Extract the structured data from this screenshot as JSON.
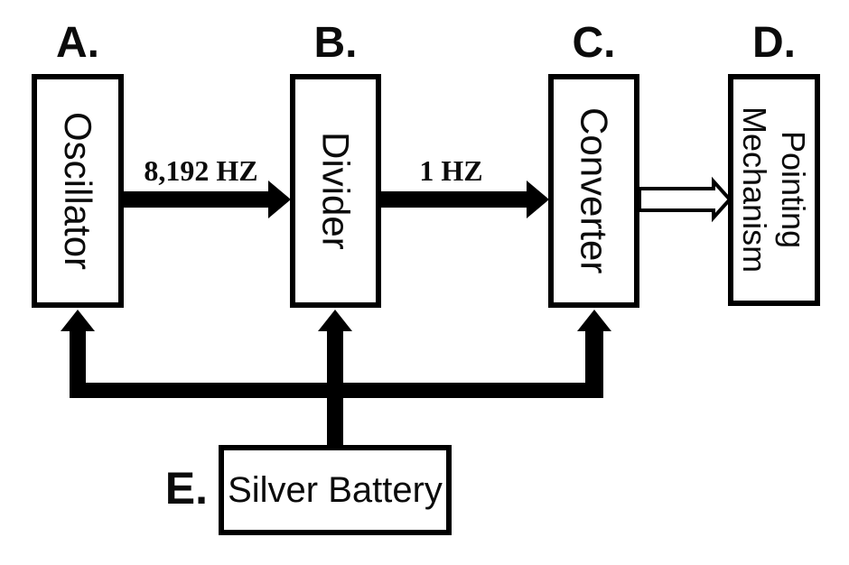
{
  "diagram": {
    "background": "#ffffff",
    "line_color": "#000000",
    "blocks": [
      {
        "letter": "A.",
        "title": "Oscillator"
      },
      {
        "letter": "B.",
        "title": "Divider"
      },
      {
        "letter": "C.",
        "title": "Converter"
      },
      {
        "letter": "D.",
        "title": "Pointing Mechanism"
      },
      {
        "letter": "E.",
        "title": "Silver Battery"
      }
    ],
    "connections": [
      {
        "from": "Oscillator",
        "to": "Divider",
        "label": "8,192 HZ",
        "style": "solid-arrow"
      },
      {
        "from": "Divider",
        "to": "Converter",
        "label": "1 HZ",
        "style": "solid-arrow"
      },
      {
        "from": "Converter",
        "to": "Pointing Mechanism",
        "label": "",
        "style": "hollow-arrow"
      },
      {
        "from": "Silver Battery",
        "to": "Oscillator, Divider, Converter",
        "label": "",
        "style": "solid-power-bus"
      }
    ]
  }
}
